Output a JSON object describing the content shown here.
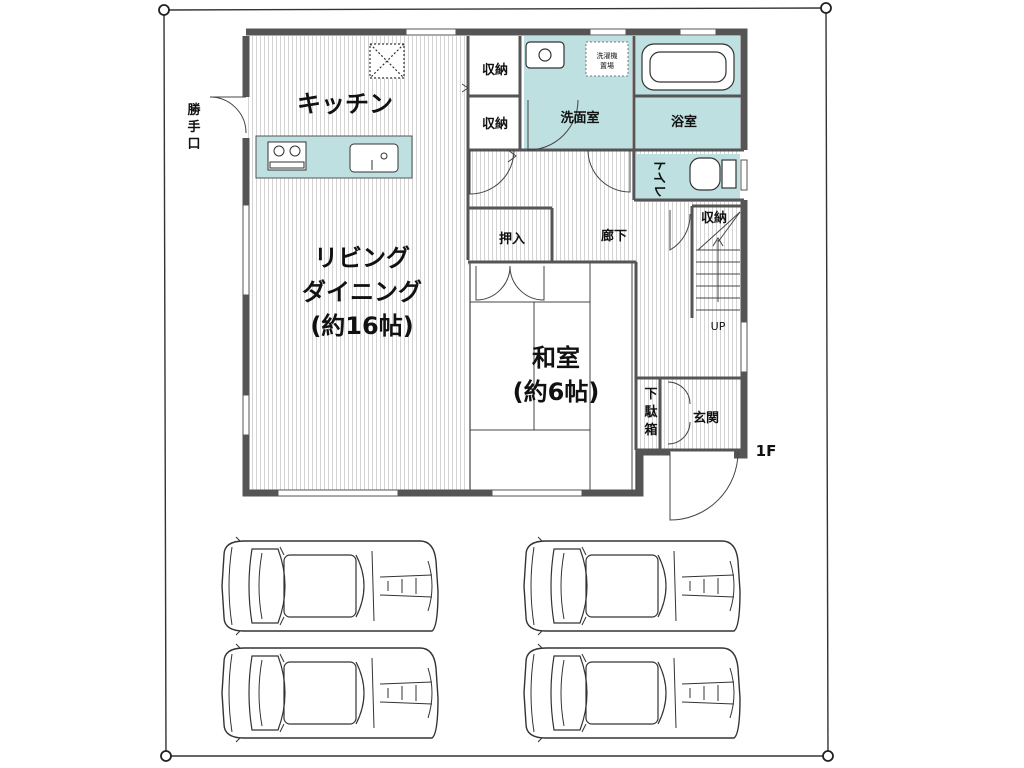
{
  "floor_label": "1F",
  "rooms": {
    "kitchen": "キッチン",
    "living_line1": "リビング",
    "living_line2": "ダイニング",
    "living_line3": "(約16帖)",
    "washitsu_line1": "和室",
    "washitsu_line2": "(約6帖)",
    "storage_top": "収納",
    "storage_mid": "収納",
    "storage_stair": "収納",
    "washroom": "洗面室",
    "bath": "浴室",
    "toilet": "トイレ",
    "washer_line1": "洗濯機",
    "washer_line2": "置場",
    "oshiire": "押入",
    "hallway": "廊下",
    "stairs_up": "UP",
    "shoe_box_1": "下",
    "shoe_box_2": "駄",
    "shoe_box_3": "箱",
    "entrance": "玄関",
    "service_door_1": "勝",
    "service_door_2": "手",
    "service_door_3": "口"
  },
  "colors": {
    "wall": "#555555",
    "wet_area": "#bfe0e0",
    "floor_stripe": "#d4d4d4",
    "tatami_line": "#444444"
  },
  "parking": {
    "car_icon": "car-icon"
  }
}
